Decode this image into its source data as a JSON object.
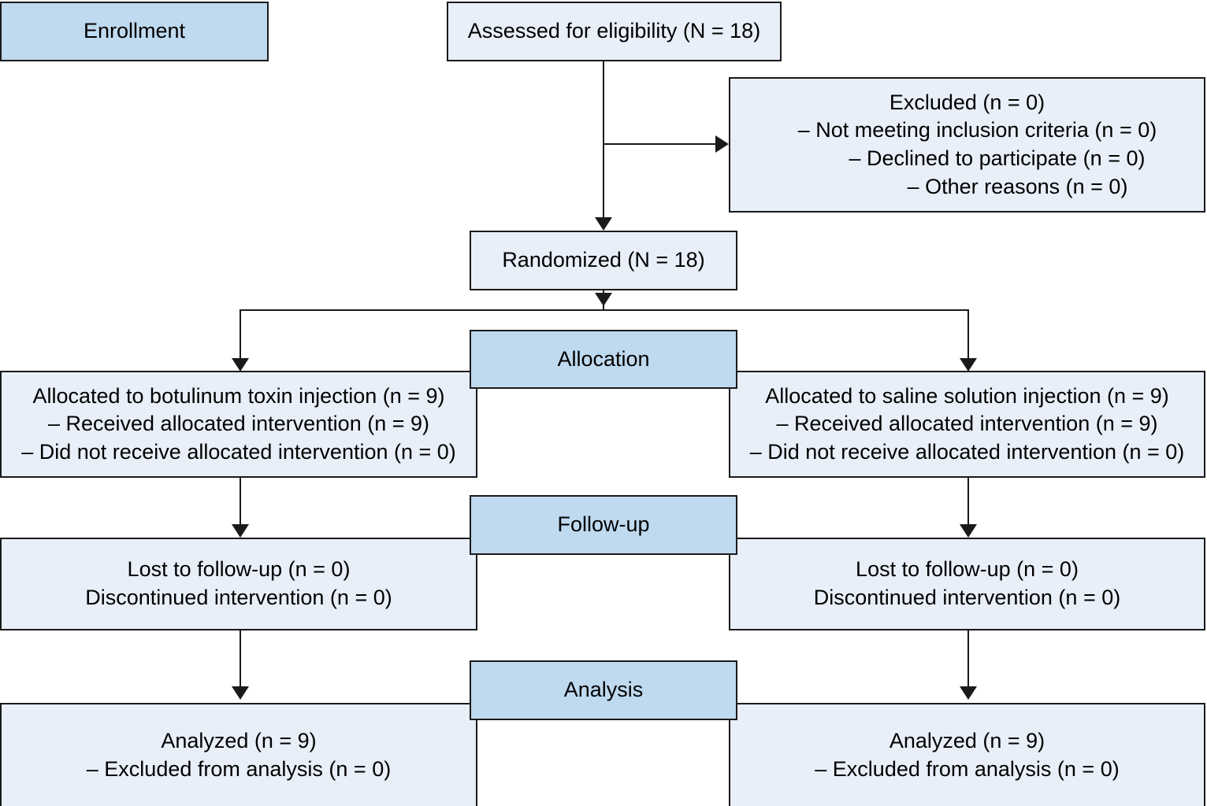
{
  "diagram": {
    "title": "CONSORT participant flow diagram",
    "colors": {
      "stage_fill": "#bfd9ef",
      "content_fill": "#e8eff9",
      "border": "#1a1a1a",
      "background": "#ffffff",
      "text": "#000000"
    }
  },
  "stages": {
    "enrollment": "Enrollment",
    "allocation": "Allocation",
    "followup": "Follow-up",
    "analysis": "Analysis"
  },
  "enrollment": {
    "assessed": "Assessed for eligibility (N = 18)",
    "excluded": {
      "heading": "Excluded (n = 0)",
      "reasons": [
        "–   Not meeting inclusion criteria (n = 0)",
        "–   Declined to participate (n = 0)",
        "–   Other reasons (n = 0)"
      ]
    },
    "randomized": "Randomized (N = 18)"
  },
  "arms": {
    "left": {
      "allocation": [
        "Allocated to botulinum toxin injection (n = 9)",
        "– Received allocated intervention (n = 9)",
        "– Did not receive allocated intervention (n = 0)"
      ],
      "followup": [
        "Lost to follow-up (n = 0)",
        "Discontinued intervention (n = 0)"
      ],
      "analysis": [
        "Analyzed (n = 9)",
        "– Excluded from analysis (n = 0)"
      ]
    },
    "right": {
      "allocation": [
        "Allocated to saline solution injection (n = 9)",
        "– Received allocated intervention (n = 9)",
        "– Did not receive allocated intervention (n = 0)"
      ],
      "followup": [
        "Lost to follow-up (n = 0)",
        "Discontinued intervention (n = 0)"
      ],
      "analysis": [
        "Analyzed (n = 9)",
        "– Excluded from analysis (n = 0)"
      ]
    }
  }
}
